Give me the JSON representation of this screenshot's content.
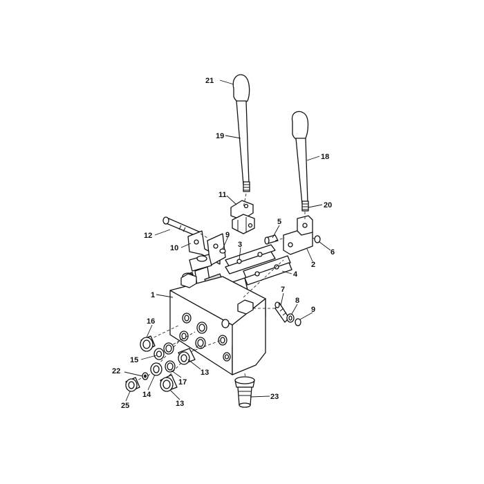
{
  "diagram": {
    "callouts": [
      {
        "id": "c21",
        "label": "21"
      },
      {
        "id": "c19",
        "label": "19"
      },
      {
        "id": "c18",
        "label": "18"
      },
      {
        "id": "c20",
        "label": "20"
      },
      {
        "id": "c11",
        "label": "11"
      },
      {
        "id": "c5",
        "label": "5"
      },
      {
        "id": "c12",
        "label": "12"
      },
      {
        "id": "c9a",
        "label": "9"
      },
      {
        "id": "c10",
        "label": "10"
      },
      {
        "id": "c3",
        "label": "3"
      },
      {
        "id": "c6",
        "label": "6"
      },
      {
        "id": "c2",
        "label": "2"
      },
      {
        "id": "c4",
        "label": "4"
      },
      {
        "id": "c1",
        "label": "1"
      },
      {
        "id": "c7",
        "label": "7"
      },
      {
        "id": "c8",
        "label": "8"
      },
      {
        "id": "c9b",
        "label": "9"
      },
      {
        "id": "c16",
        "label": "16"
      },
      {
        "id": "c15",
        "label": "15"
      },
      {
        "id": "c17",
        "label": "17"
      },
      {
        "id": "c13a",
        "label": "13"
      },
      {
        "id": "c22",
        "label": "22"
      },
      {
        "id": "c14",
        "label": "14"
      },
      {
        "id": "c25",
        "label": "25"
      },
      {
        "id": "c13b",
        "label": "13"
      },
      {
        "id": "c23",
        "label": "23"
      }
    ]
  }
}
